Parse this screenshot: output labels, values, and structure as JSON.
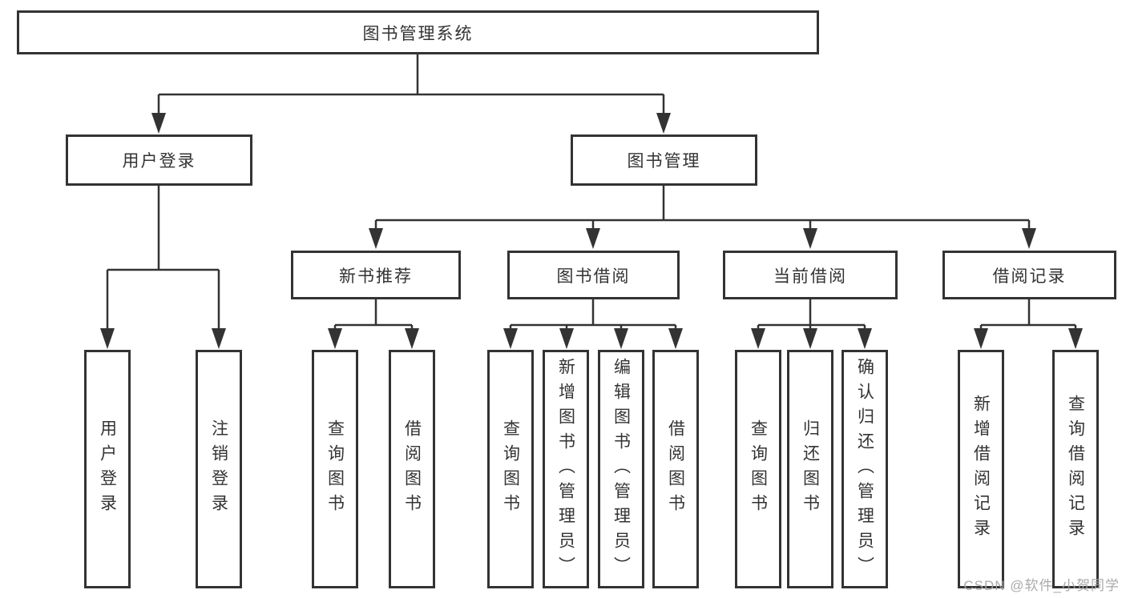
{
  "diagram_title": "图书管理系统",
  "nodes": {
    "root": "图书管理系统",
    "user_login": "用户登录",
    "book_management": "图书管理",
    "new_book_recommend": "新书推荐",
    "book_borrowing": "图书借阅",
    "current_borrowing": "当前借阅",
    "borrowing_records": "借阅记录",
    "leaf_user_login": "用户登录",
    "leaf_logout": "注销登录",
    "leaf_query_books_rec": "查询图书",
    "leaf_borrow_books_rec": "借阅图书",
    "leaf_query_books_borrow": "查询图书",
    "leaf_add_books_admin": "新增图书（管理员）",
    "leaf_edit_books_admin": "编辑图书（管理员）",
    "leaf_borrow_books_borrow": "借阅图书",
    "leaf_query_books_current": "查询图书",
    "leaf_return_books": "归还图书",
    "leaf_confirm_return_admin": "确认归还（管理员）",
    "leaf_add_borrow_record": "新增借阅记录",
    "leaf_query_borrow_record": "查询借阅记录"
  },
  "watermark": "CSDN @软件_小贺同学",
  "colors": {
    "line": "#333333",
    "border": "#333333",
    "text": "#333333",
    "watermark": "#a5a5a5",
    "background": "#ffffff"
  }
}
